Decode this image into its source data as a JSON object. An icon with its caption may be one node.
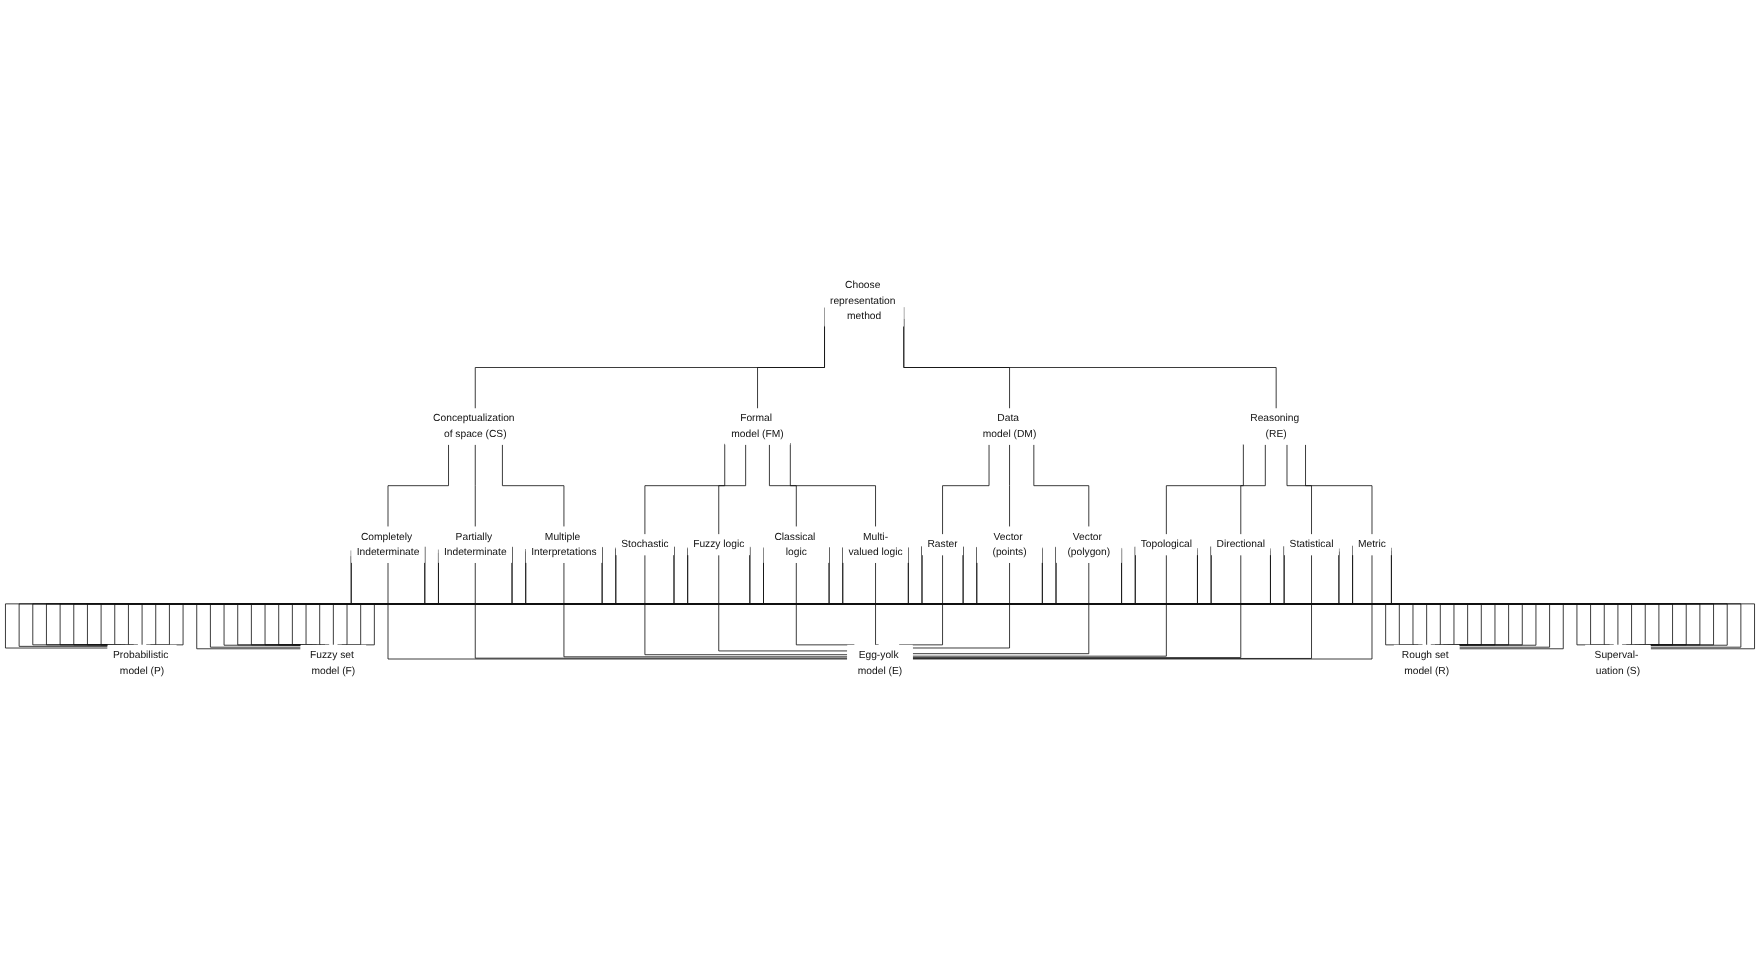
{
  "diagram": {
    "nodes": [
      {
        "text": [
          "Choose representation method"
        ]
      },
      {
        "text": [
          "Conceptualization of space (CS)"
        ]
      },
      {
        "text": [
          "Formal model (FM)"
        ]
      },
      {
        "text": [
          "Data model (DM)"
        ]
      },
      {
        "text": [
          "Reasoning (RE)"
        ]
      },
      {
        "text": [
          "Completely Indeterminate"
        ]
      },
      {
        "text": [
          "Partially Indeterminate"
        ]
      },
      {
        "text": [
          "Multiple Interpretations"
        ]
      },
      {
        "text": [
          "Stochastic"
        ]
      },
      {
        "text": [
          "Fuzzy logic"
        ]
      },
      {
        "text": [
          "Classical logic"
        ]
      },
      {
        "text": [
          "Multi-valued logic"
        ]
      },
      {
        "text": [
          "Raster"
        ]
      },
      {
        "text": [
          "Vector (points)"
        ]
      },
      {
        "text": [
          "Vector (polygon)"
        ]
      },
      {
        "text": [
          "Topological"
        ]
      },
      {
        "text": [
          "Directional"
        ]
      },
      {
        "text": [
          "Statistical"
        ]
      },
      {
        "text": [
          "Metric"
        ]
      },
      {
        "text": [
          "Probabilistic model (P)"
        ]
      },
      {
        "text": [
          "Fuzzy set model (F)"
        ]
      },
      {
        "text": [
          "Egg-yolk model (E)"
        ]
      },
      {
        "text": [
          "Rough set model (R)"
        ]
      },
      {
        "text": [
          "Superval- uation (S)"
        ]
      }
    ],
    "edges": [
      {
        "from": 0,
        "to": 1,
        "arrow": "none"
      },
      {
        "from": 0,
        "to": 2,
        "arrow": "none"
      },
      {
        "from": 0,
        "to": 3,
        "arrow": "none"
      },
      {
        "from": 0,
        "to": 4,
        "arrow": "none"
      },
      {
        "from": 1,
        "to": 5,
        "arrow": "none"
      },
      {
        "from": 1,
        "to": 6,
        "arrow": "none"
      },
      {
        "from": 1,
        "to": 7,
        "arrow": "none"
      },
      {
        "from": 2,
        "to": 8,
        "arrow": "none"
      },
      {
        "from": 2,
        "to": 9,
        "arrow": "none"
      },
      {
        "from": 2,
        "to": 10,
        "arrow": "none"
      },
      {
        "from": 2,
        "to": 11,
        "arrow": "none"
      },
      {
        "from": 3,
        "to": 12,
        "arrow": "none"
      },
      {
        "from": 3,
        "to": 13,
        "arrow": "none"
      },
      {
        "from": 3,
        "to": 14,
        "arrow": "none"
      },
      {
        "from": 4,
        "to": 15,
        "arrow": "none"
      },
      {
        "from": 4,
        "to": 16,
        "arrow": "none"
      },
      {
        "from": 4,
        "to": 17,
        "arrow": "none"
      },
      {
        "from": 4,
        "to": 18,
        "arrow": "none"
      },
      {
        "from": 5,
        "to": 19,
        "arrow": "none"
      },
      {
        "from": 5,
        "to": 20,
        "arrow": "none"
      },
      {
        "from": 5,
        "to": 21,
        "arrow": "none"
      },
      {
        "from": 5,
        "to": 22,
        "arrow": "none"
      },
      {
        "from": 5,
        "to": 23,
        "arrow": "none"
      },
      {
        "from": 6,
        "to": 19,
        "arrow": "none"
      },
      {
        "from": 6,
        "to": 20,
        "arrow": "none"
      },
      {
        "from": 6,
        "to": 21,
        "arrow": "none"
      },
      {
        "from": 6,
        "to": 22,
        "arrow": "none"
      },
      {
        "from": 6,
        "to": 23,
        "arrow": "none"
      },
      {
        "from": 7,
        "to": 19,
        "arrow": "none"
      },
      {
        "from": 7,
        "to": 20,
        "arrow": "none"
      },
      {
        "from": 7,
        "to": 21,
        "arrow": "none"
      },
      {
        "from": 7,
        "to": 22,
        "arrow": "none"
      },
      {
        "from": 7,
        "to": 23,
        "arrow": "none"
      },
      {
        "from": 8,
        "to": 19,
        "arrow": "none"
      },
      {
        "from": 8,
        "to": 20,
        "arrow": "none"
      },
      {
        "from": 8,
        "to": 21,
        "arrow": "none"
      },
      {
        "from": 8,
        "to": 22,
        "arrow": "none"
      },
      {
        "from": 8,
        "to": 23,
        "arrow": "none"
      },
      {
        "from": 9,
        "to": 19,
        "arrow": "none"
      },
      {
        "from": 9,
        "to": 20,
        "arrow": "none"
      },
      {
        "from": 9,
        "to": 21,
        "arrow": "none"
      },
      {
        "from": 9,
        "to": 22,
        "arrow": "none"
      },
      {
        "from": 9,
        "to": 23,
        "arrow": "none"
      },
      {
        "from": 10,
        "to": 19,
        "arrow": "none"
      },
      {
        "from": 10,
        "to": 20,
        "arrow": "none"
      },
      {
        "from": 10,
        "to": 21,
        "arrow": "none"
      },
      {
        "from": 10,
        "to": 22,
        "arrow": "none"
      },
      {
        "from": 10,
        "to": 23,
        "arrow": "none"
      },
      {
        "from": 11,
        "to": 19,
        "arrow": "none"
      },
      {
        "from": 11,
        "to": 20,
        "arrow": "none"
      },
      {
        "from": 11,
        "to": 21,
        "arrow": "none"
      },
      {
        "from": 11,
        "to": 22,
        "arrow": "none"
      },
      {
        "from": 11,
        "to": 23,
        "arrow": "none"
      },
      {
        "from": 12,
        "to": 19,
        "arrow": "none"
      },
      {
        "from": 12,
        "to": 20,
        "arrow": "none"
      },
      {
        "from": 12,
        "to": 21,
        "arrow": "none"
      },
      {
        "from": 12,
        "to": 22,
        "arrow": "none"
      },
      {
        "from": 12,
        "to": 23,
        "arrow": "none"
      },
      {
        "from": 13,
        "to": 19,
        "arrow": "none"
      },
      {
        "from": 13,
        "to": 20,
        "arrow": "none"
      },
      {
        "from": 13,
        "to": 21,
        "arrow": "none"
      },
      {
        "from": 13,
        "to": 22,
        "arrow": "none"
      },
      {
        "from": 13,
        "to": 23,
        "arrow": "none"
      },
      {
        "from": 14,
        "to": 19,
        "arrow": "none"
      },
      {
        "from": 14,
        "to": 20,
        "arrow": "none"
      },
      {
        "from": 14,
        "to": 21,
        "arrow": "none"
      },
      {
        "from": 14,
        "to": 22,
        "arrow": "none"
      },
      {
        "from": 14,
        "to": 23,
        "arrow": "none"
      },
      {
        "from": 15,
        "to": 19,
        "arrow": "none"
      },
      {
        "from": 15,
        "to": 20,
        "arrow": "none"
      },
      {
        "from": 15,
        "to": 21,
        "arrow": "none"
      },
      {
        "from": 15,
        "to": 22,
        "arrow": "none"
      },
      {
        "from": 15,
        "to": 23,
        "arrow": "none"
      },
      {
        "from": 16,
        "to": 19,
        "arrow": "none"
      },
      {
        "from": 16,
        "to": 20,
        "arrow": "none"
      },
      {
        "from": 16,
        "to": 21,
        "arrow": "none"
      },
      {
        "from": 16,
        "to": 22,
        "arrow": "none"
      },
      {
        "from": 16,
        "to": 23,
        "arrow": "none"
      },
      {
        "from": 17,
        "to": 19,
        "arrow": "none"
      },
      {
        "from": 17,
        "to": 20,
        "arrow": "none"
      },
      {
        "from": 17,
        "to": 21,
        "arrow": "none"
      },
      {
        "from": 17,
        "to": 22,
        "arrow": "none"
      },
      {
        "from": 17,
        "to": 23,
        "arrow": "none"
      },
      {
        "from": 18,
        "to": 19,
        "arrow": "none"
      },
      {
        "from": 18,
        "to": 20,
        "arrow": "none"
      },
      {
        "from": 18,
        "to": 21,
        "arrow": "none"
      },
      {
        "from": 18,
        "to": 22,
        "arrow": "none"
      },
      {
        "from": 18,
        "to": 23,
        "arrow": "none"
      }
    ]
  }
}
